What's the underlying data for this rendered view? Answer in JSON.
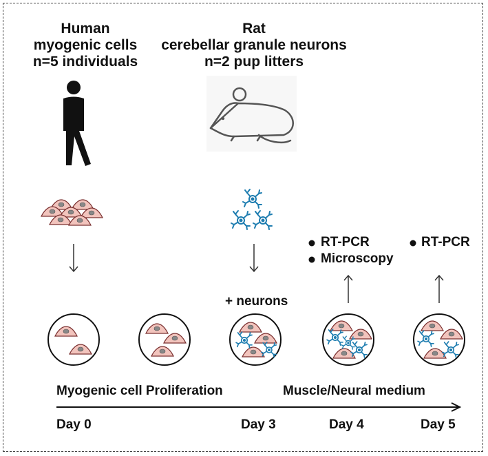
{
  "sources": {
    "human": {
      "line1": "Human",
      "line2": "myogenic cells",
      "line3": "n=5 individuals"
    },
    "rat": {
      "line1": "Rat",
      "line2": "cerebellar granule neurons",
      "line3": "n=2 pup litters"
    }
  },
  "add_neurons_label": "+ neurons",
  "analyses": {
    "day4": [
      "RT-PCR",
      "Microscopy"
    ],
    "day5": [
      "RT-PCR"
    ]
  },
  "phases": {
    "proliferation": "Myogenic cell Proliferation",
    "coculture_medium": "Muscle/Neural medium"
  },
  "days": [
    "Day 0",
    "Day 3",
    "Day 4",
    "Day 5"
  ],
  "colors": {
    "myogenic_cell": "#f2c4bd",
    "nucleus": "#888888",
    "neuron": "#1e7db0"
  },
  "icons": [
    "human-figure-icon",
    "rat-icon",
    "myogenic-cells-icon",
    "neurons-icon",
    "arrow-down-icon",
    "arrow-up-icon",
    "culture-dish-icon"
  ]
}
